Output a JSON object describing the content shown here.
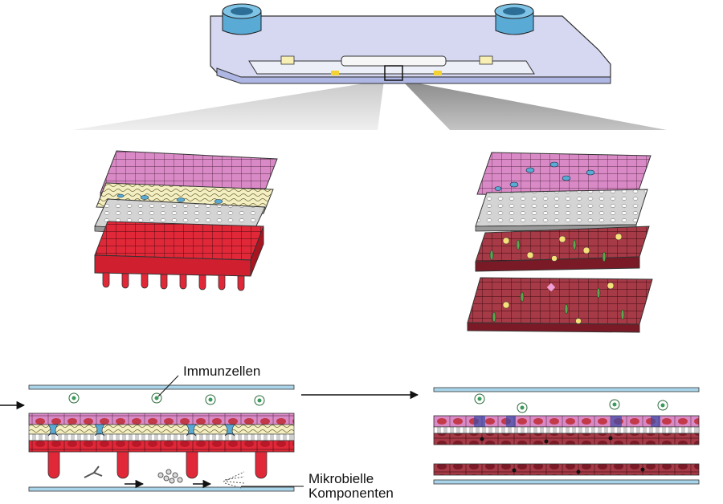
{
  "labels": {
    "immune_cells": "Immunzellen",
    "microbial_line1": "Mikrobielle",
    "microbial_line2": "Komponenten"
  },
  "colors": {
    "chip": "#d6d8f2",
    "port": "#7fc4e6",
    "epithelium": "#d98ac6",
    "endothelium": "#e02838",
    "damaged_tissue": "#a63a46",
    "membrane": "#cfcfcf",
    "channel_wall": "#a9d4ea",
    "immune_cell": "#3a9a5a"
  },
  "icons": [
    "microfluidic-chip-icon",
    "tissue-layer-stack-icon",
    "immune-cell-icon",
    "bacteria-icon",
    "arrow-right-icon"
  ]
}
